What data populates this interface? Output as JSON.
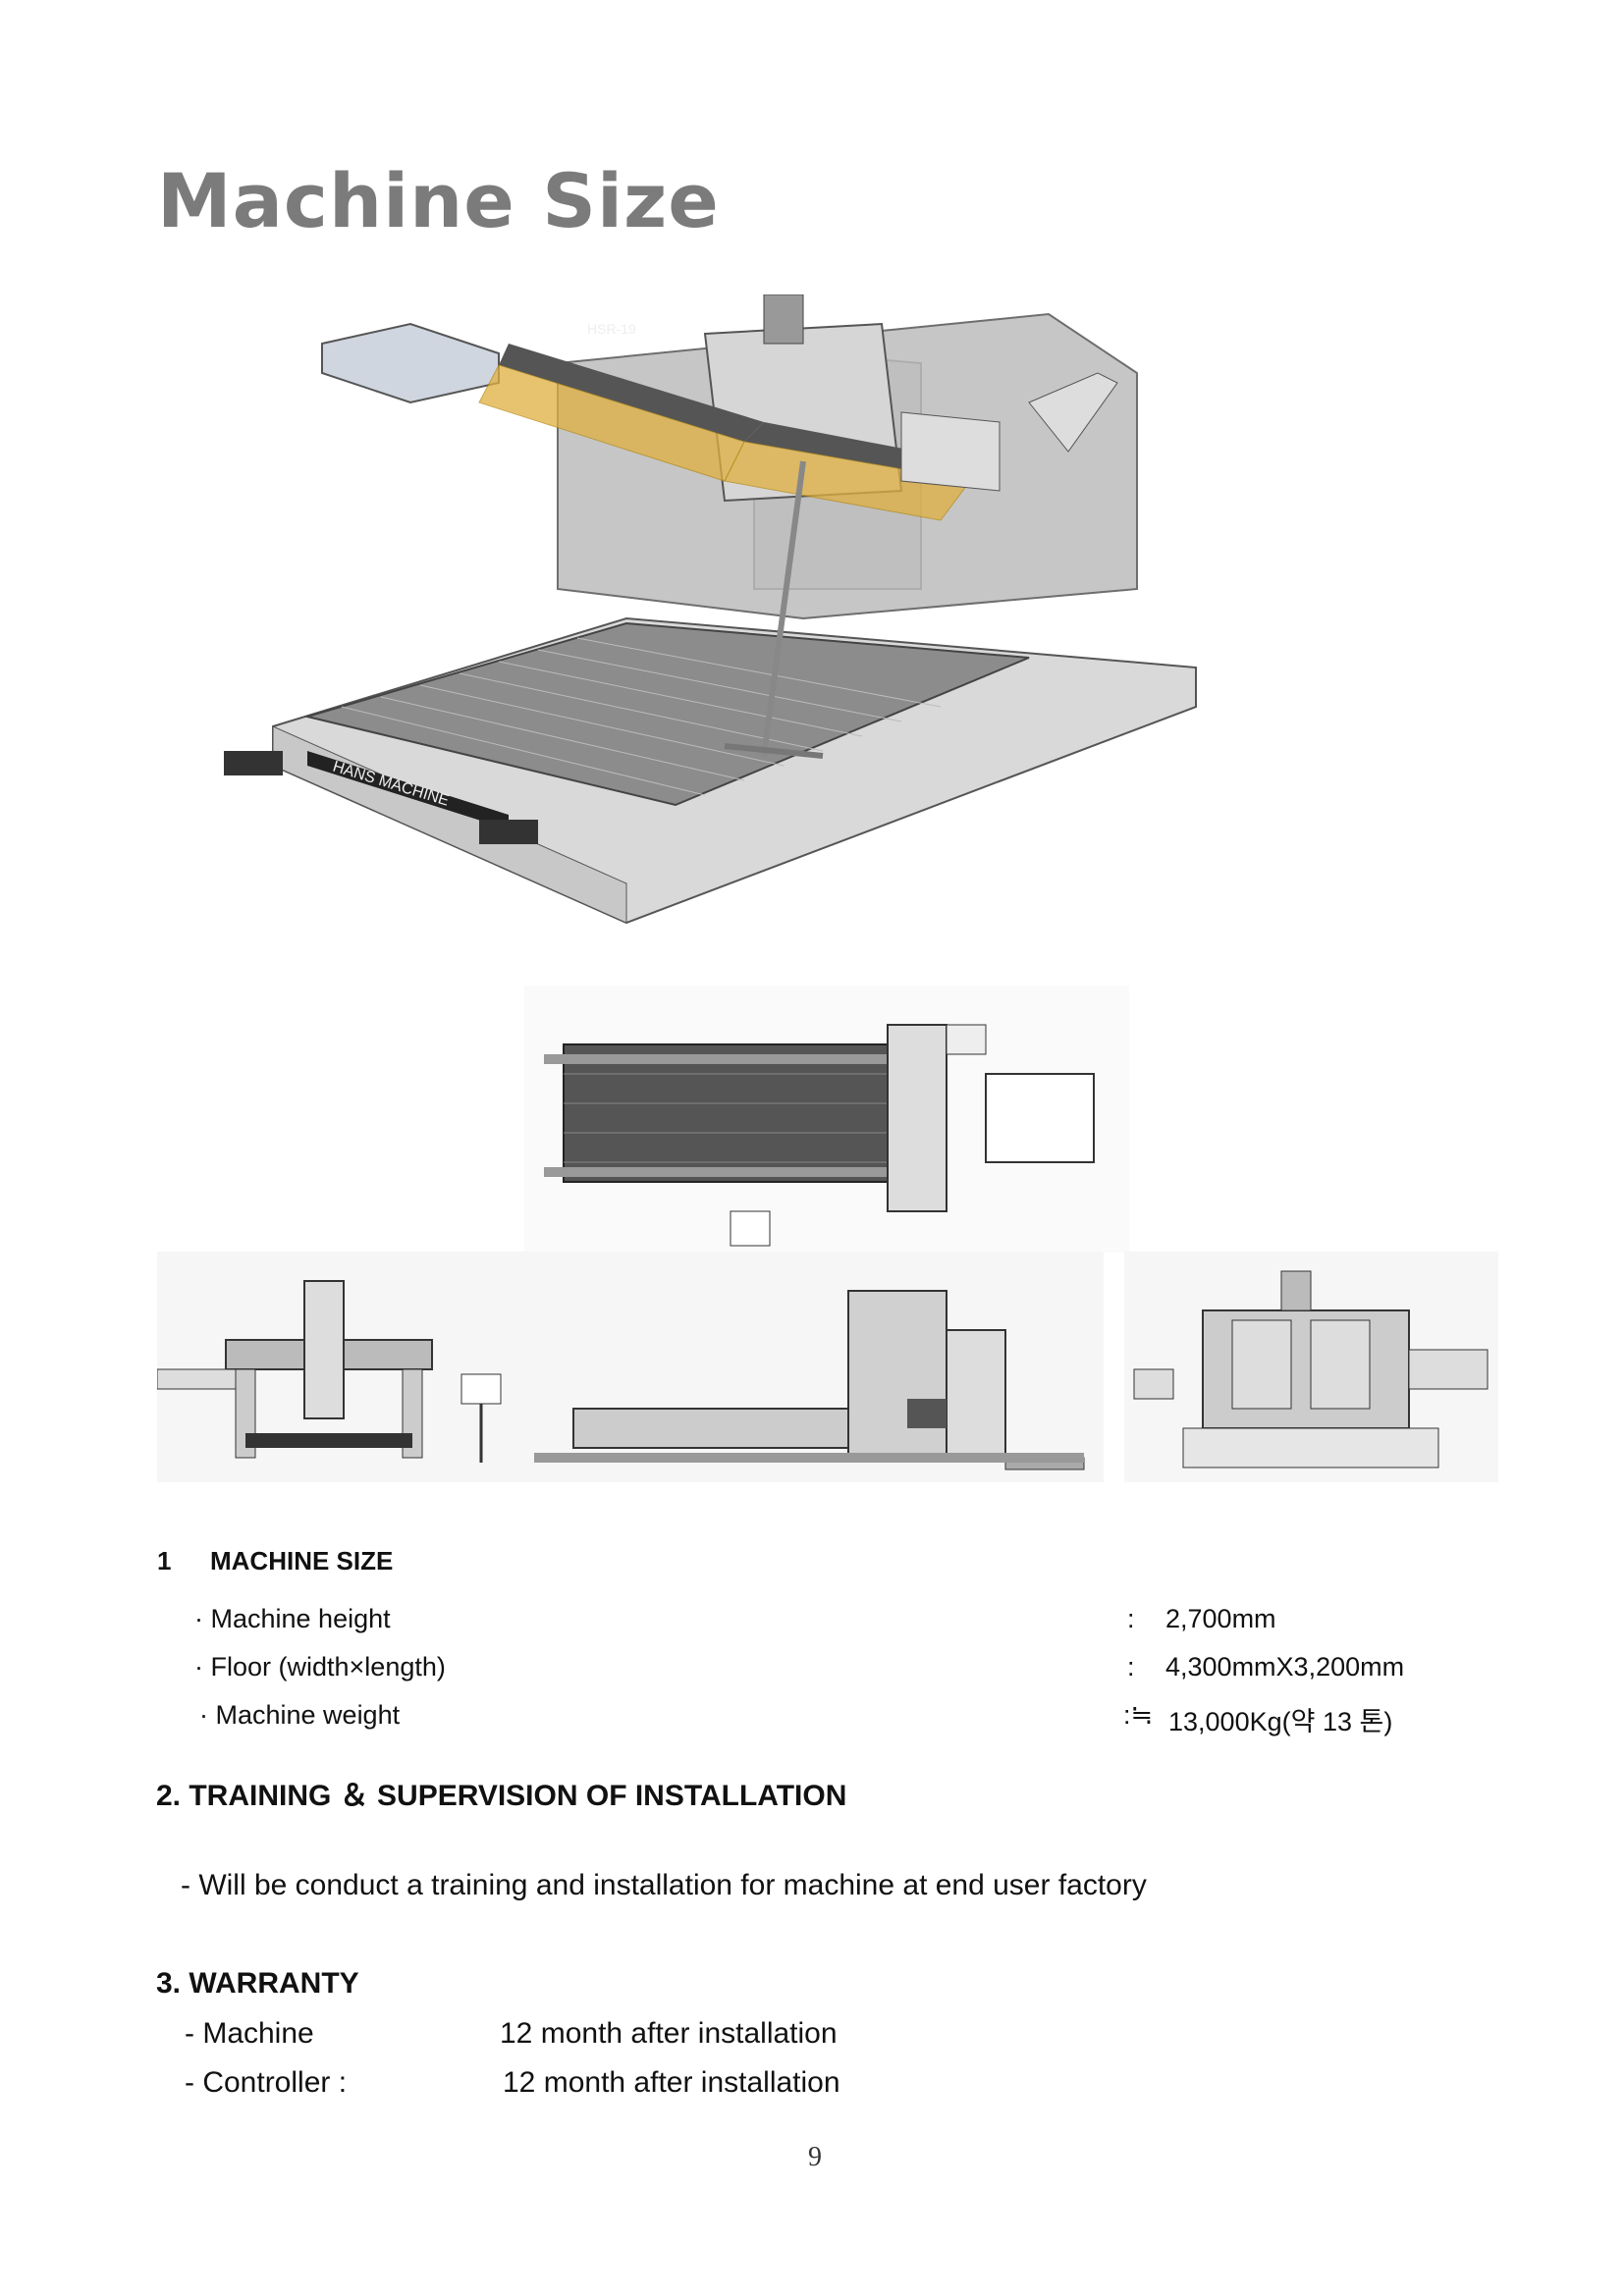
{
  "page_title": "Machine Size",
  "figures": {
    "iso_view_label": "HANS MACHINE",
    "gantry_label": "HSR-19"
  },
  "section1": {
    "number": "1",
    "heading": "MACHINE SIZE",
    "specs": [
      {
        "label": "· Machine height",
        "sep": ":",
        "value": "2,700mm"
      },
      {
        "label": "· Floor (width×length)",
        "sep": ":",
        "value": "4,300mmX3,200mm"
      },
      {
        "label": "· Machine weight",
        "sep": ":≒",
        "value": "13,000Kg(약 13 톤)"
      }
    ]
  },
  "section2": {
    "heading": "2. TRAINING ＆ SUPERVISION OF INSTALLATION",
    "body": "- Will be conduct a training and installation for machine at end user factory"
  },
  "section3": {
    "heading": "3. WARRANTY",
    "rows": [
      {
        "label": "- Machine",
        "value": "12 month after installation"
      },
      {
        "label": "- Controller :",
        "value": "12 month after installation"
      }
    ]
  },
  "page_number": "9"
}
